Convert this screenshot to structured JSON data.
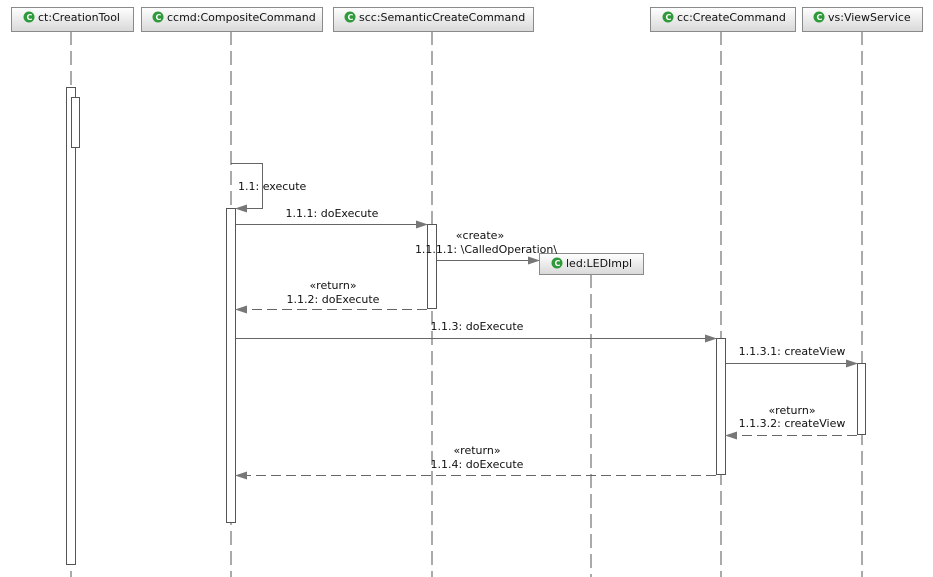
{
  "colors": {
    "class_icon": "#2e9a3a",
    "header_fill_top": "#ffffff",
    "header_fill_bottom": "#d8d8d8"
  },
  "lifelines": [
    {
      "label": "ct:CreationTool",
      "icon": "class-icon"
    },
    {
      "label": "ccmd:CompositeCommand",
      "icon": "class-icon"
    },
    {
      "label": "scc:SemanticCreateCommand",
      "icon": "class-icon"
    },
    {
      "label": "cc:CreateCommand",
      "icon": "class-icon"
    },
    {
      "label": "vs:ViewService",
      "icon": "class-icon"
    },
    {
      "label": "led:LEDImpl",
      "icon": "class-icon"
    }
  ],
  "messages": [
    {
      "label": "1.1: execute"
    },
    {
      "label": "1.1.1: doExecute"
    },
    {
      "stereotype": "«create»",
      "label": "1.1.1.1: \\CalledOperation\\"
    },
    {
      "stereotype": "«return»",
      "label": "1.1.2: doExecute"
    },
    {
      "label": "1.1.3: doExecute"
    },
    {
      "label": "1.1.3.1: createView"
    },
    {
      "stereotype": "«return»",
      "label": "1.1.3.2: createView"
    },
    {
      "stereotype": "«return»",
      "label": "1.1.4: doExecute"
    }
  ]
}
